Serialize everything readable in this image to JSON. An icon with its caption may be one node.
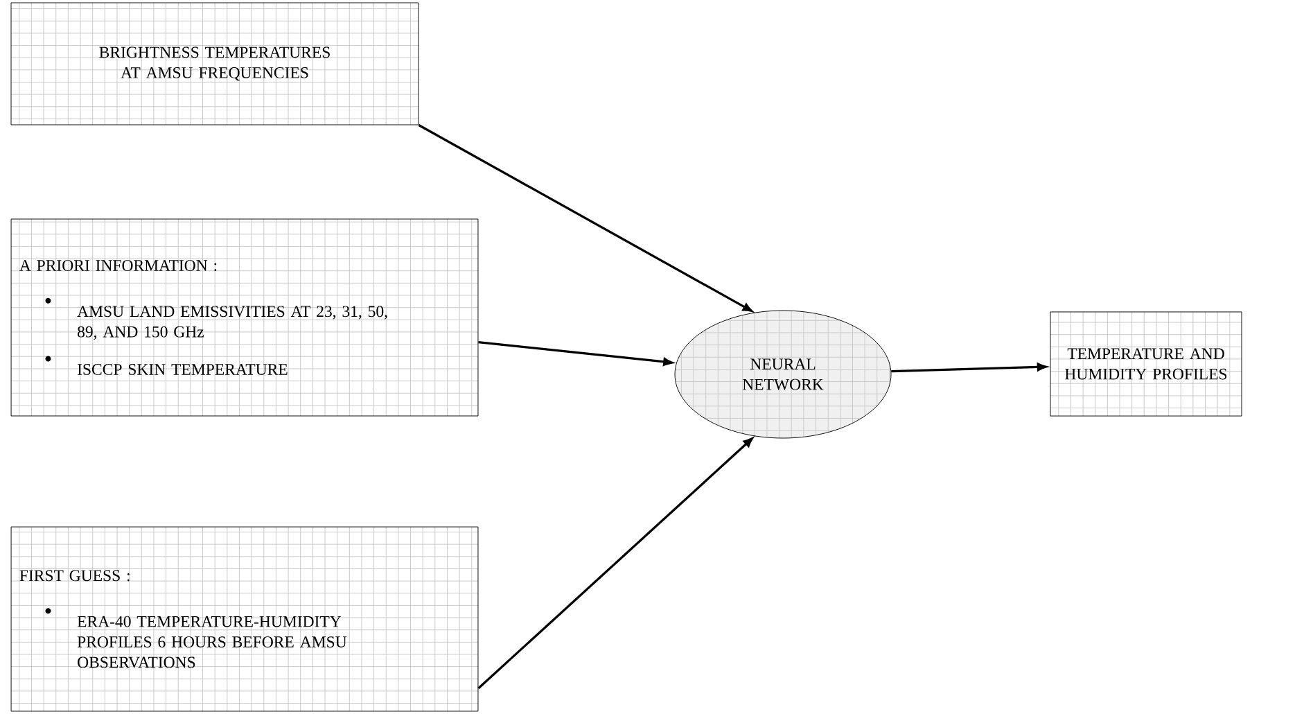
{
  "diagram": {
    "nodes": [
      {
        "text": [
          "BRIGHTNESS TEMPERATURES AT AMSU FREQUENCIES"
        ]
      },
      {
        "text": [
          "A PRIORI INFORMATION :",
          "AMSU LAND EMISSIVITIES AT 23, 31, 50, 89, AND 150 GHz",
          "ISCCP SKIN TEMPERATURE"
        ]
      },
      {
        "text": [
          "FIRST GUESS :",
          "ERA-40 TEMPERATURE-HUMIDITY PROFILES 6 HOURS BEFORE AMSU OBSERVATIONS"
        ]
      },
      {
        "text": [
          "NEURAL NETWORK"
        ]
      },
      {
        "text": [
          "TEMPERATURE AND HUMIDITY PROFILES"
        ]
      }
    ],
    "edges": [
      {
        "from": 0,
        "to": 3,
        "arrow": "to"
      },
      {
        "from": 1,
        "to": 3,
        "arrow": "to"
      },
      {
        "from": 2,
        "to": 3,
        "arrow": "to"
      },
      {
        "from": 3,
        "to": 4,
        "arrow": "to"
      }
    ]
  }
}
